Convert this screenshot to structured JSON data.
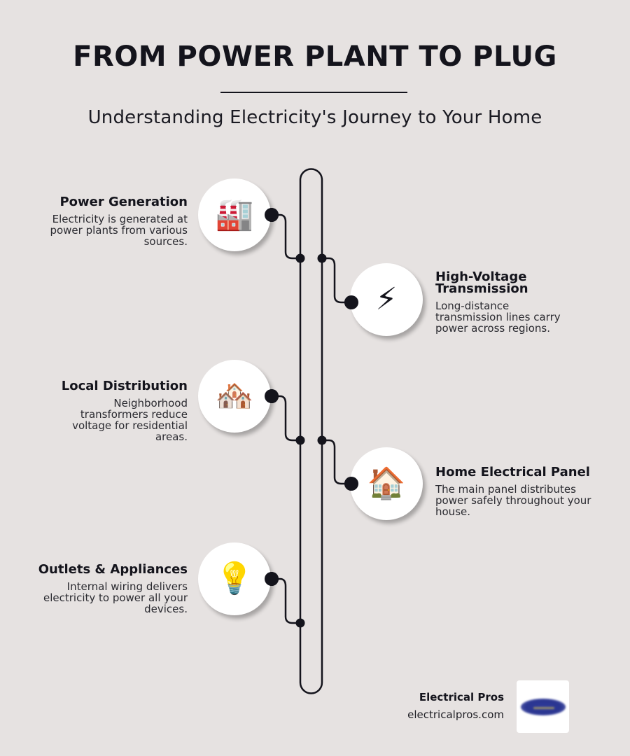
{
  "header": {
    "title": "FROM POWER PLANT TO PLUG",
    "subtitle": "Understanding Electricity's Journey to Your Home"
  },
  "colors": {
    "background": "#e6e2e1",
    "ink": "#14141c",
    "circle_fill": "#ffffff"
  },
  "steps": [
    {
      "side": "left",
      "icon": "factory-icon",
      "glyph": "🏭",
      "title": "Power Generation",
      "description": "Electricity is generated at power plants from various sources."
    },
    {
      "side": "right",
      "icon": "lightning-icon",
      "glyph": "⚡",
      "title": "High-Voltage Transmission",
      "description": "Long-distance transmission lines carry power across regions."
    },
    {
      "side": "left",
      "icon": "houses-icon",
      "glyph": "🏘️",
      "title": "Local Distribution",
      "description": "Neighborhood transformers reduce voltage for residential areas."
    },
    {
      "side": "right",
      "icon": "house-icon",
      "glyph": "🏠",
      "title": "Home Electrical Panel",
      "description": "The main panel distributes power safely throughout your house."
    },
    {
      "side": "left",
      "icon": "lightbulb-icon",
      "glyph": "💡",
      "title": "Outlets & Appliances",
      "description": "Internal wiring delivers electricity to power all your devices."
    }
  ],
  "footer": {
    "company": "Electrical Pros",
    "website": "electricalpros.com",
    "logo": "company-logo"
  }
}
